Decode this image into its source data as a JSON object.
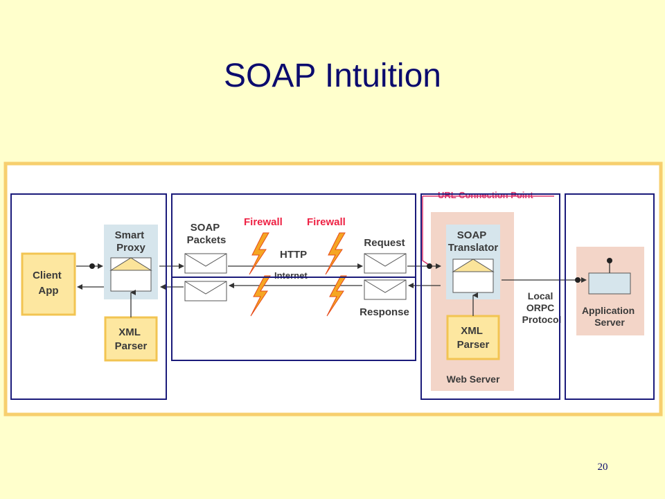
{
  "slide": {
    "title": "SOAP Intuition",
    "page_number": "20"
  },
  "diagram": {
    "url_connection_point": "URL Connection Point",
    "client_app": [
      "Client",
      "App"
    ],
    "smart_proxy": [
      "Smart",
      "Proxy"
    ],
    "xml_parser_client": [
      "XML",
      "Parser"
    ],
    "soap_packets": [
      "SOAP",
      "Packets"
    ],
    "firewall_left": "Firewall",
    "firewall_right": "Firewall",
    "http": "HTTP",
    "internet": "Internet",
    "request": "Request",
    "response": "Response",
    "soap_translator": [
      "SOAP",
      "Translator"
    ],
    "xml_parser_server": [
      "XML",
      "Parser"
    ],
    "web_server": "Web Server",
    "local_orpc_protocol": [
      "Local",
      "ORPC",
      "Protocol"
    ],
    "application_server": [
      "Application",
      "Server"
    ]
  },
  "colors": {
    "background": "#ffffcc",
    "title": "#0b0b6e",
    "frame_border": "#f7cf6e",
    "highlight_box": "#1a1a7a",
    "client_box_fill": "#fde7a0",
    "client_box_border": "#f2c452",
    "proxy_fill": "#d6e5ec",
    "server_panel_fill": "#f3d5c8",
    "firewall_label": "#ee2244",
    "connection_line": "#d9336a"
  }
}
